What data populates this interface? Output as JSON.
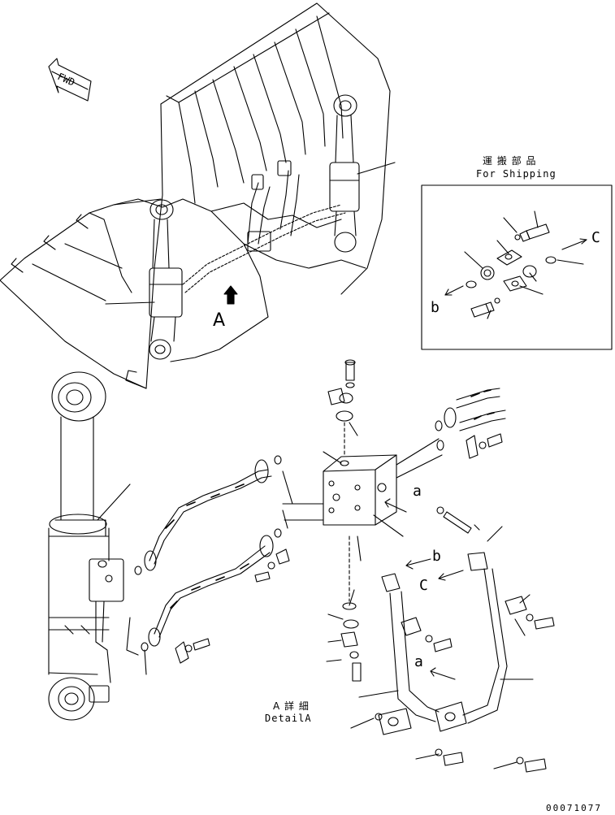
{
  "labels": {
    "fwd": "FWD",
    "shipping_jp": "運 搬 部 品",
    "shipping_en": "For Shipping",
    "detail_jp": "A 詳 細",
    "detail_en": "DetailA",
    "view_a": "A",
    "ref_a_1": "a",
    "ref_a_2": "a",
    "ref_b_1": "b",
    "ref_b_2": "b",
    "ref_c_1": "C",
    "ref_c_2": "C",
    "drawing_no": "00071077"
  }
}
